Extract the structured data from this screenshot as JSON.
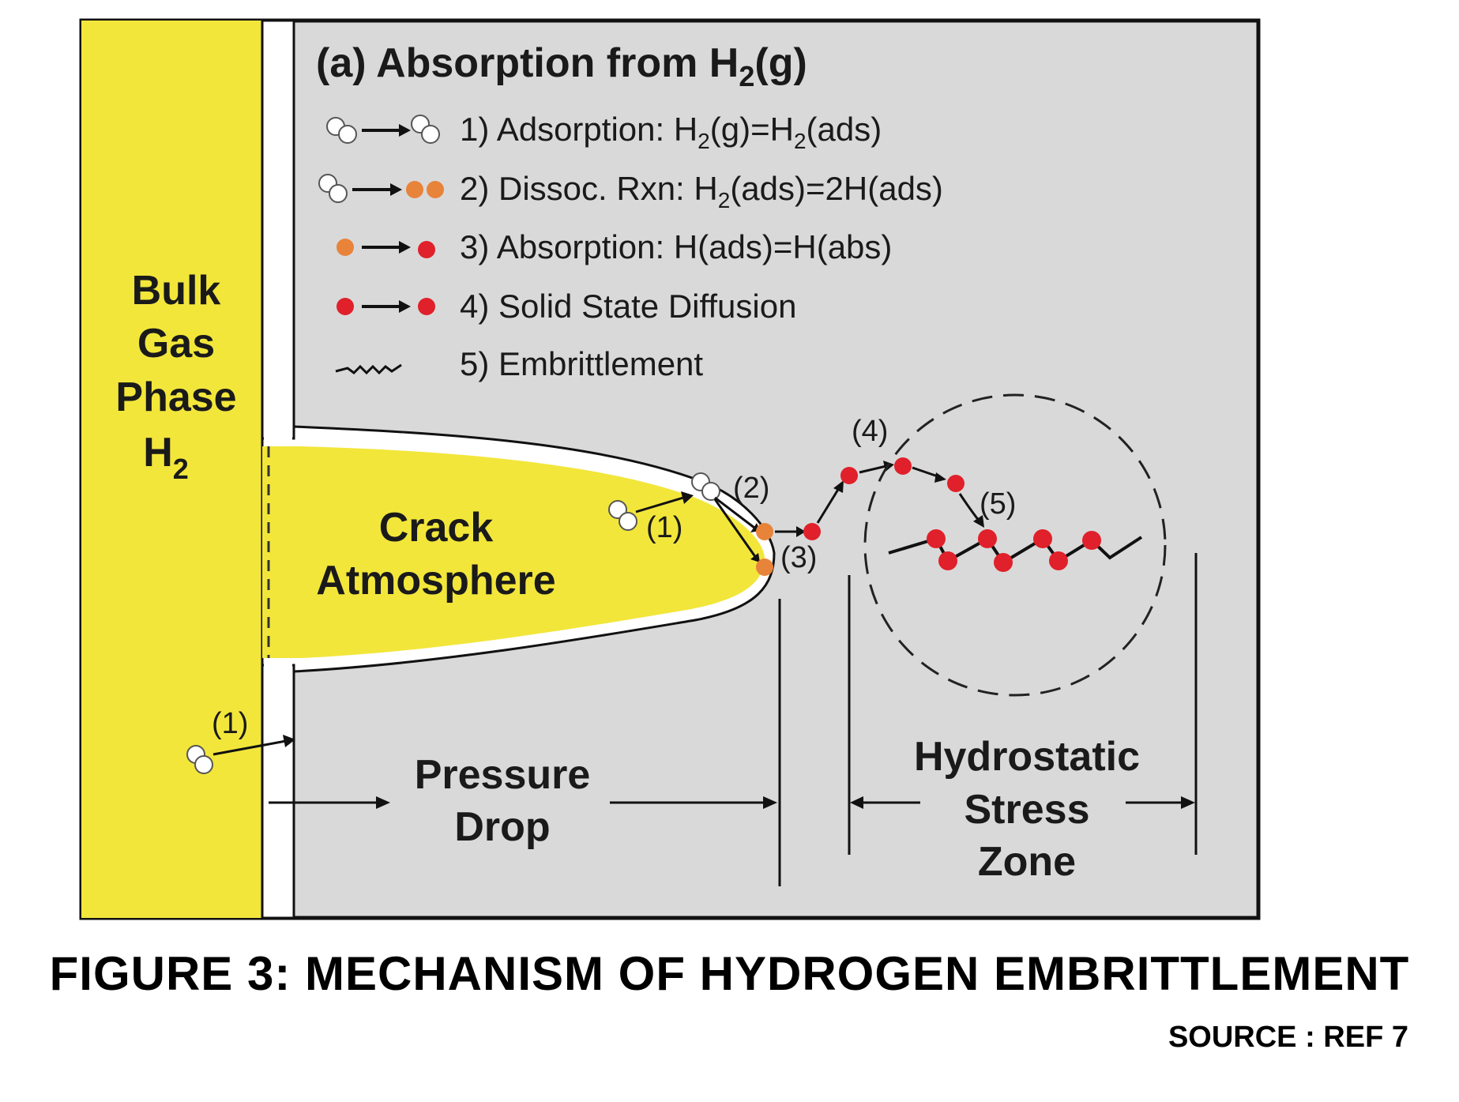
{
  "panel_title": {
    "main": "(a) Absorption from H",
    "sub": "2",
    "tail": "(g)"
  },
  "legend": [
    {
      "text": "1) Adsorption: H",
      "s1": "2",
      "t1": "(g)=H",
      "s2": "2",
      "t2": "(ads)"
    },
    {
      "text": "2) Dissoc. Rxn: H",
      "s1": "2",
      "t1": "(ads)=2H(ads)",
      "s2": "",
      "t2": ""
    },
    {
      "text": "3) Absorption:  H(ads)=H(abs)",
      "s1": "",
      "t1": "",
      "s2": "",
      "t2": ""
    },
    {
      "text": "4) Solid State Diffusion",
      "s1": "",
      "t1": "",
      "s2": "",
      "t2": ""
    },
    {
      "text": "5) Embrittlement",
      "s1": "",
      "t1": "",
      "s2": "",
      "t2": ""
    }
  ],
  "bulk_gas": {
    "line1": "Bulk",
    "line2": "Gas",
    "line3": "Phase",
    "line4": "H",
    "sub": "2"
  },
  "crack": {
    "line1": "Crack",
    "line2": "Atmosphere"
  },
  "steps": {
    "s1": "(1)",
    "s2": "(2)",
    "s3": "(3)",
    "s4": "(4)",
    "s5": "(5)",
    "s1b": "(1)"
  },
  "pressure": {
    "line1": "Pressure",
    "line2": "Drop"
  },
  "stress": {
    "line1": "Hydrostatic",
    "line2": "Stress",
    "line3": "Zone"
  },
  "figure_title": "FIGURE 3: MECHANISM OF HYDROGEN EMBRITTLEMENT",
  "source": "SOURCE : REF 7",
  "colors": {
    "yellow": "#f2e63b",
    "panel": "#d9d9d9",
    "orange": "#e8833a",
    "red": "#e0202a",
    "text": "#1a1a1a"
  }
}
